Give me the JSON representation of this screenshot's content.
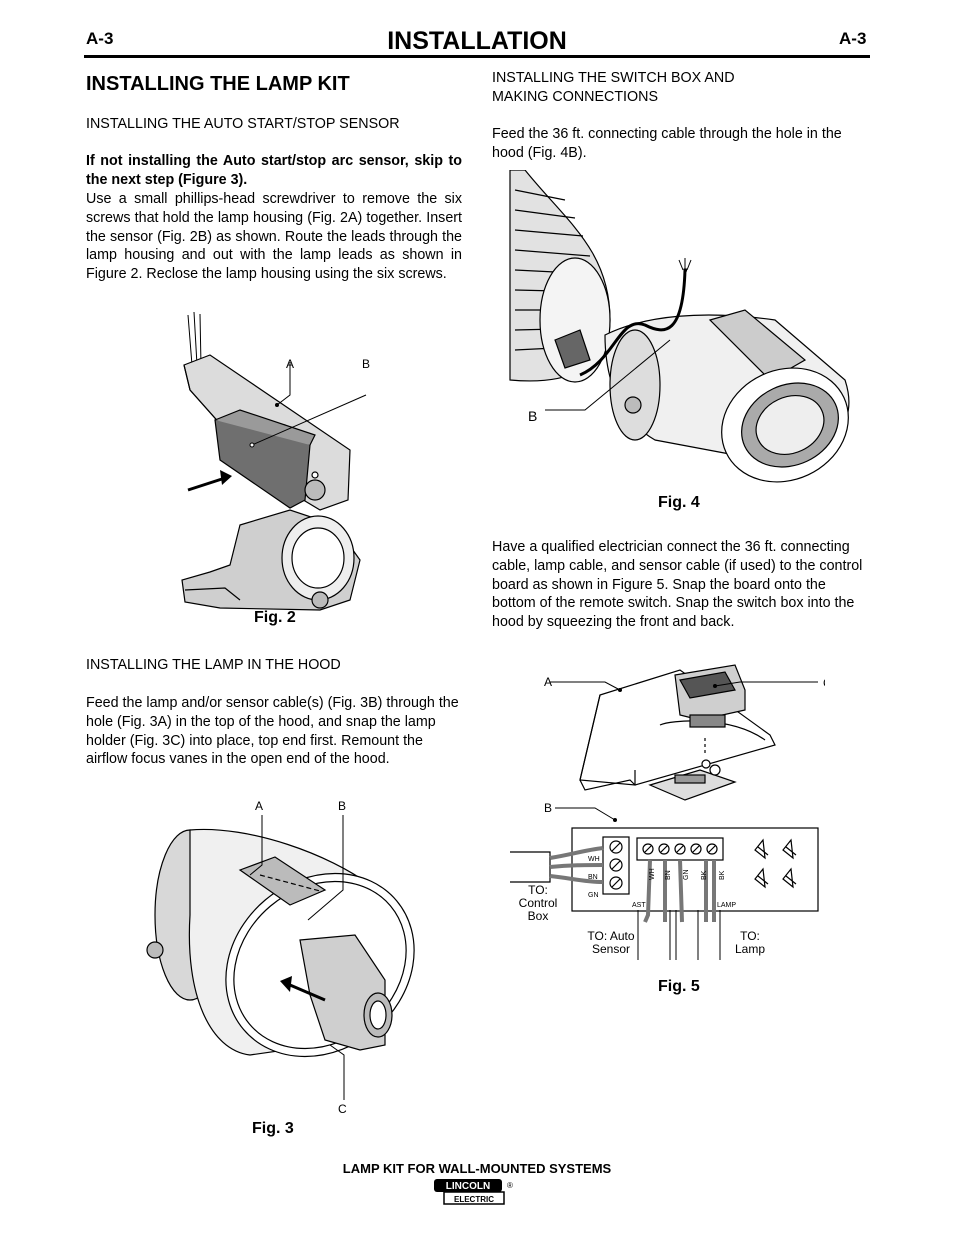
{
  "header": {
    "page_left": "A-3",
    "title": "INSTALLATION",
    "page_right": "A-3"
  },
  "left": {
    "heading": "INSTALLING THE LAMP KIT",
    "sensor_heading": "INSTALLING THE AUTO START/STOP SENSOR",
    "sensor_bold": "If not installing the Auto start/stop arc sensor, skip to the next step (Figure 3).",
    "sensor_body": "Use a small phillips-head screwdriver to remove the six screws that hold the lamp housing (Fig. 2A) together. Insert the sensor (Fig. 2B) as shown. Route the leads through the lamp housing and out with the lamp leads as shown in Figure 2. Reclose the lamp housing using the six screws.",
    "fig2": {
      "label": "Fig. 2",
      "callout_a": "A",
      "callout_b": "B"
    },
    "lamp_heading": "INSTALLING THE LAMP IN THE HOOD",
    "lamp_body": "Feed the lamp and/or sensor cable(s) (Fig. 3B) through the hole (Fig. 3A) in the top of the hood, and snap the lamp holder (Fig. 3C) into place, top end first. Remount the airflow focus vanes in the open end of the hood.",
    "fig3": {
      "label": "Fig. 3",
      "callout_a": "A",
      "callout_b": "B",
      "callout_c": "C"
    }
  },
  "right": {
    "switch_heading_1": "INSTALLING THE SWITCH BOX AND",
    "switch_heading_2": "MAKING CONNECTIONS",
    "switch_body": "Feed the 36 ft. connecting cable through the hole in the hood (Fig. 4B).",
    "fig4": {
      "label": "Fig. 4",
      "callout_b": "B"
    },
    "electric_body": "Have a qualified electrician connect the 36 ft. connecting cable, lamp cable, and sensor cable (if used) to the control board as shown in Figure 5. Snap the board onto the bottom of the remote switch. Snap the switch box into the hood by squeezing the front and back.",
    "fig5": {
      "label": "Fig. 5",
      "callout_a": "A",
      "callout_b": "B",
      "callout_c": "C",
      "left_terminals": [
        "WH",
        "BN",
        "GN"
      ],
      "right_terminals": [
        "WH",
        "BN",
        "GN",
        "BK",
        "BK"
      ],
      "group_ast": "AST",
      "group_lamp": "LAMP",
      "to_control_1": "TO:",
      "to_control_2": "Control",
      "to_control_3": "Box",
      "to_sensor_1": "TO: Auto",
      "to_sensor_2": "Sensor",
      "to_lamp_1": "TO:",
      "to_lamp_2": "Lamp"
    }
  },
  "footer": {
    "title": "LAMP KIT FOR WALL-MOUNTED SYSTEMS",
    "logo_top": "LINCOLN",
    "logo_bottom": "ELECTRIC",
    "logo_reg": "®"
  }
}
